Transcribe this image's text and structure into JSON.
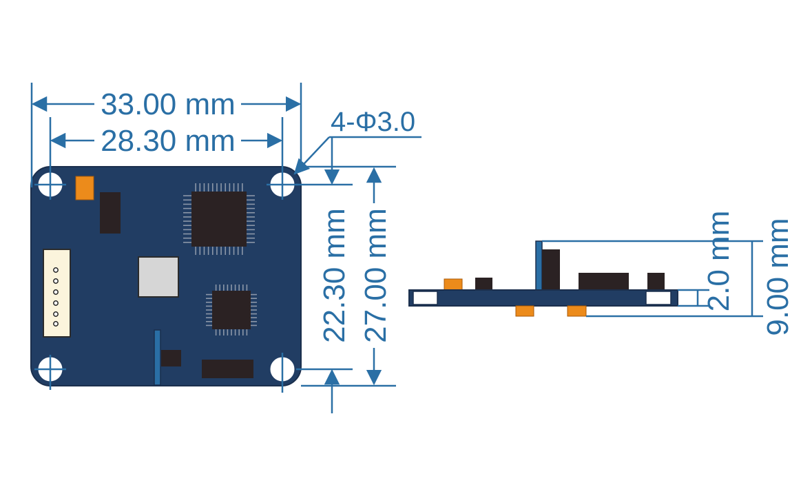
{
  "dimensions": {
    "outer_width": "33.00 mm",
    "hole_spacing_width": "28.30 mm",
    "hole_spec": "4-Φ3.0",
    "hole_spacing_height": "22.30 mm",
    "outer_height": "27.00 mm",
    "pcb_thickness": "2.0 mm",
    "total_height": "9.00 mm"
  },
  "colors": {
    "dimension": "#2a6fa5",
    "pcb": "#213d63",
    "chip": "#2b2223",
    "component": "#ec8b1b",
    "sensor": "#d6d6d6"
  }
}
